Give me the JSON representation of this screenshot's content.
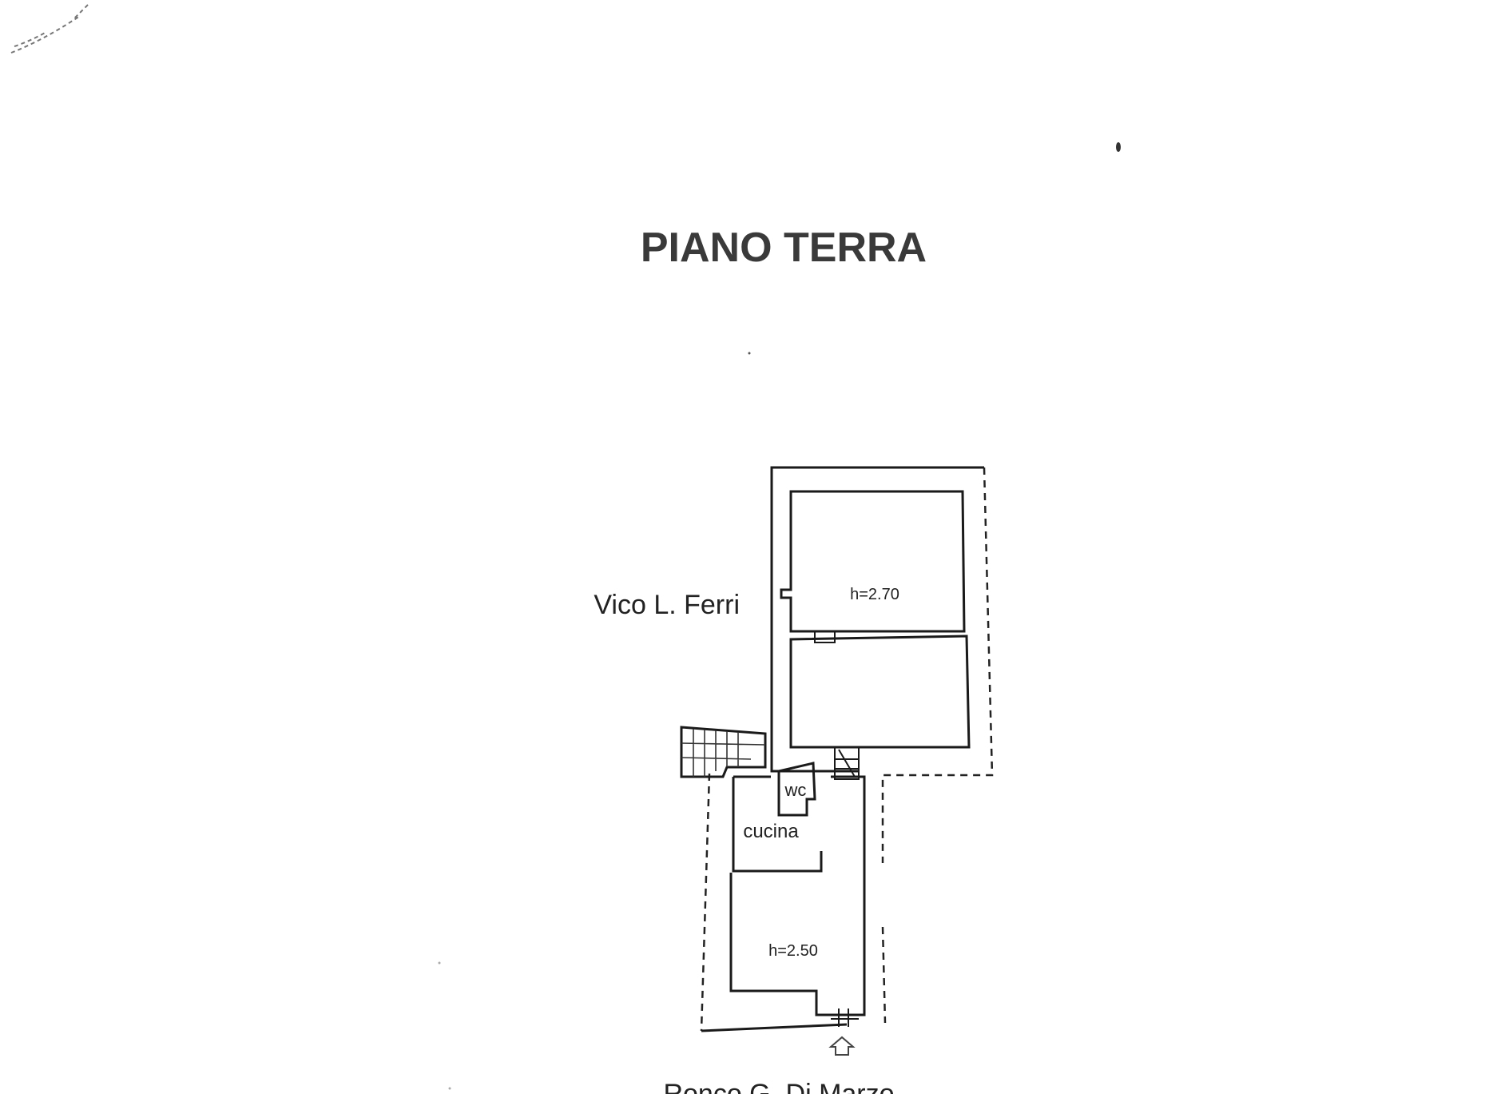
{
  "drawing": {
    "title": "PIANO TERRA",
    "streets": {
      "west": "Vico L. Ferri",
      "south": "Ronco G. Di Marzo"
    },
    "rooms": {
      "upper_height": "h=2.70",
      "lower_height": "h=2.50",
      "wc": "wc",
      "kitchen": "cucina"
    },
    "entrance_symbol": "entrance-arrow-icon"
  }
}
